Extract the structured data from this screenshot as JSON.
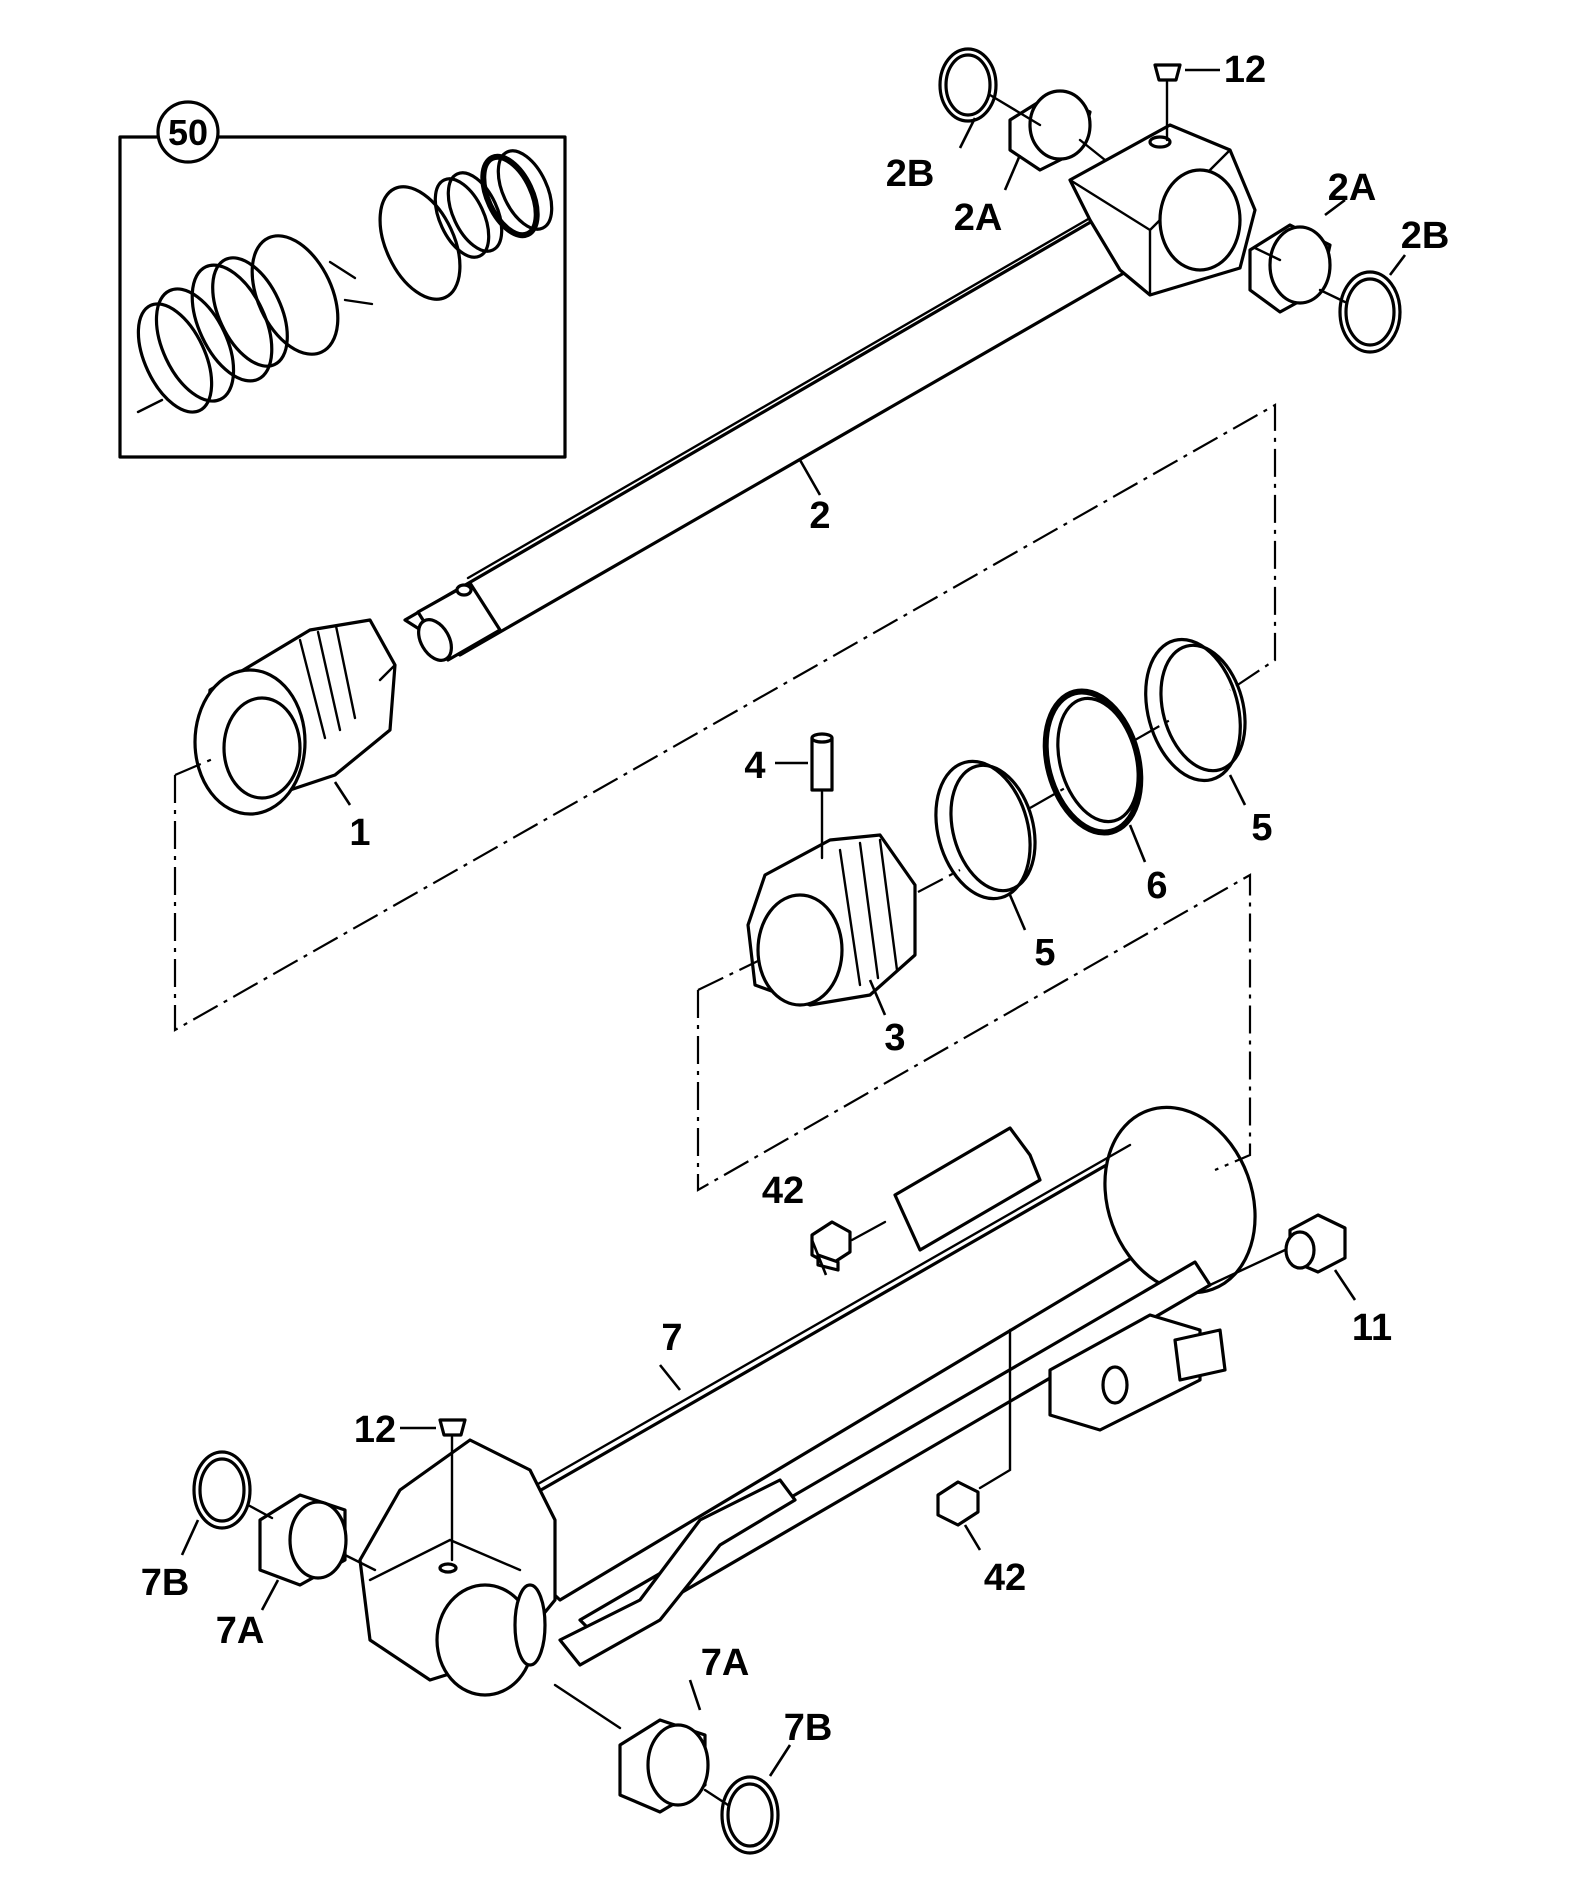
{
  "labels": {
    "kit": "50",
    "rod": "2",
    "rod_bushing_top": "2A",
    "rod_bushing_right": "2A",
    "rod_seal_top": "2B",
    "rod_seal_right": "2B",
    "grease_top": "12",
    "gland": "1",
    "piston": "3",
    "pin": "4",
    "wear_ring_left": "5",
    "wear_ring_right": "5",
    "piston_seal": "6",
    "barrel": "7",
    "barrel_bushing_left": "7A",
    "barrel_bushing_right": "7A",
    "barrel_seal_left": "7B",
    "barrel_seal_right": "7B",
    "grease_bottom": "12",
    "fitting_top": "42",
    "fitting_bottom": "42",
    "plug": "11"
  }
}
